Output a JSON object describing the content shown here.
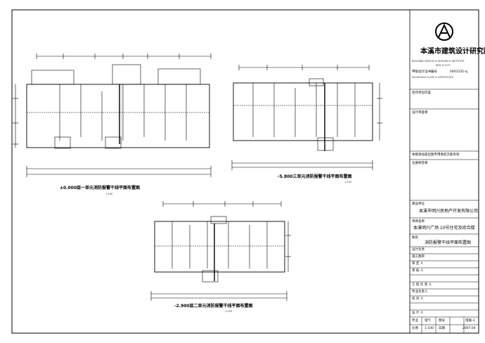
{
  "institute": {
    "name": "本溪市建筑设计研究院",
    "en_line1": "BUILDING DESIGN & RESEARCH INSTITUTE",
    "en_line2": "BEN XI CITY",
    "cert_label": "甲级设计证书编号",
    "cert_no": "0401235-sj",
    "cert_en": "NO.DESIGN CLASS A CERTIFICATE"
  },
  "title_block": {
    "cooperation_label": "合作单位印鉴",
    "approval_label": "设计审查章",
    "note_label": "本图须加盖出图专用章后方能有效",
    "stamp_label": "注册师签章",
    "client_label": "建设单位",
    "client_value": "本溪市明兴房地产开发有限公司",
    "project_label": "项目名称",
    "project_value": "本溪明兴广场 10号住宅及综合楼",
    "drawing_label": "图名",
    "drawing_value": "消防报警干线平面布置图",
    "rows": [
      "设计负责",
      "施工图审",
      "审 定 人",
      "审 核 人",
      "工 程 负 责 人",
      "专业负责人",
      "校 对 人",
      "设 计 人"
    ],
    "discipline_label": "专业",
    "discipline_value": "电气",
    "drawing_no_label": "图号",
    "drawing_no_value": "电施-3",
    "scale_label": "比例",
    "scale_value": "1:100",
    "date_label": "日期",
    "date_value": "2007.04"
  },
  "plans": [
    {
      "caption": "±0.000层一单元消防报警干线平面布置图",
      "scale": "1:100"
    },
    {
      "caption": "-5.800三单元消防报警干线平面布置图",
      "scale": "1:100"
    },
    {
      "caption": "-2.900层二单元消防报警干线平面布置图",
      "scale": "1:100"
    }
  ]
}
